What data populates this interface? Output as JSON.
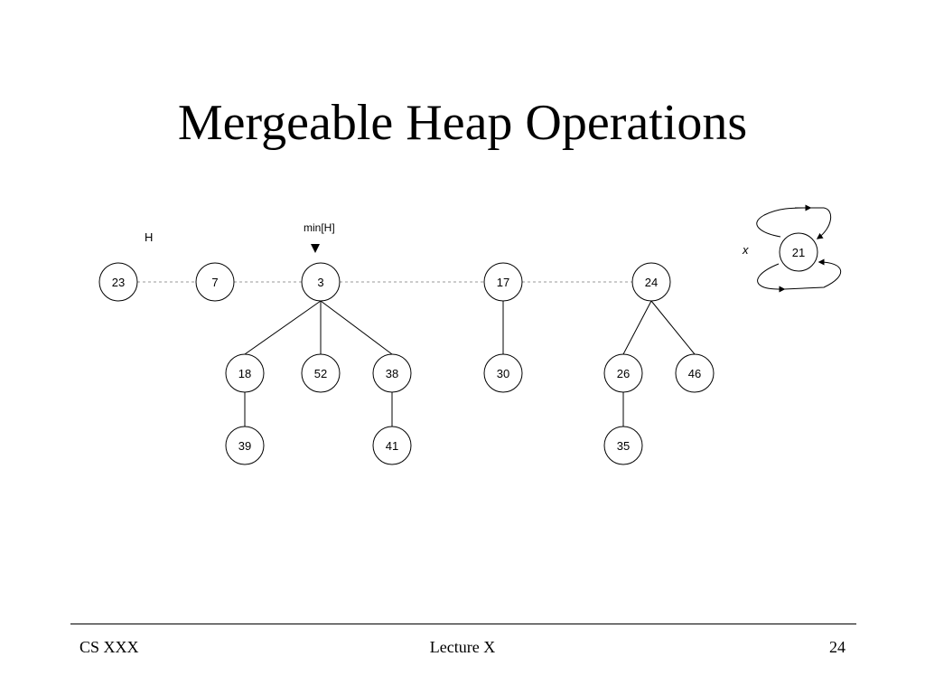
{
  "slide": {
    "title": "Mergeable Heap Operations",
    "footer": {
      "course": "CS XXX",
      "lecture": "Lecture X",
      "page": "24"
    }
  },
  "diagram": {
    "heap_label": "H",
    "min_label": "min[H]",
    "x_label": "x",
    "root_list": [
      "23",
      "7",
      "3",
      "17",
      "24"
    ],
    "nodes": {
      "n23": "23",
      "n7": "7",
      "n3": "3",
      "n17": "17",
      "n24": "24",
      "n18": "18",
      "n52": "52",
      "n38": "38",
      "n30": "30",
      "n26": "26",
      "n46": "46",
      "n39": "39",
      "n41": "41",
      "n35": "35",
      "n21": "21"
    }
  }
}
